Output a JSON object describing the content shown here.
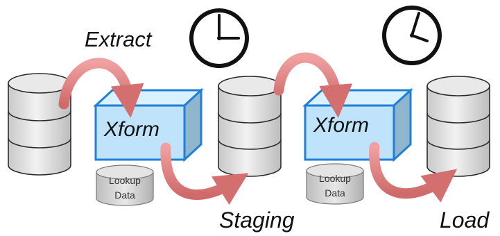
{
  "labels": {
    "extract": "Extract",
    "staging": "Staging",
    "load": "Load"
  },
  "transform_boxes": [
    {
      "label": "Xform",
      "lookup_line1": "Lookup",
      "lookup_line2": "Data"
    },
    {
      "label": "Xform",
      "lookup_line1": "Lookup",
      "lookup_line2": "Data"
    }
  ],
  "colors": {
    "cylinder_fill": "#dcdcdc",
    "cylinder_stroke": "#2b2b2b",
    "box_fill": "#bfe3fb",
    "box_stroke": "#1f7fd6",
    "arrow": "#e07d7d",
    "clock_face": "#ffffff"
  },
  "icons": [
    "database-cylinder-icon",
    "transform-box-icon",
    "clock-icon",
    "curved-arrow-icon"
  ]
}
